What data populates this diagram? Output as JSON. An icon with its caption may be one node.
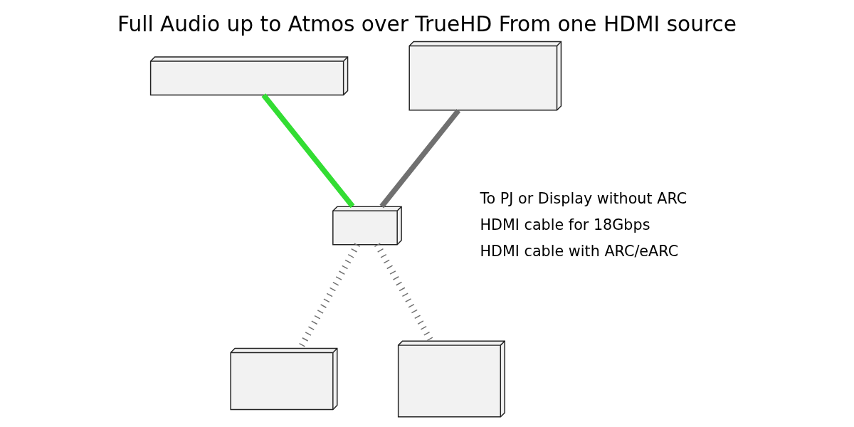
{
  "diagram": {
    "title": "Full Audio up to Atmos over TrueHD From one HDMI source",
    "nodes": [
      {
        "text": [],
        "shape": "picture"
      },
      {
        "text": [],
        "shape": "picture"
      },
      {
        "text": [],
        "shape": "picture"
      },
      {
        "text": [],
        "shape": "picture"
      },
      {
        "text": [],
        "shape": "picture"
      }
    ],
    "edges": [
      {
        "from": 3,
        "to": 0,
        "arrow": "none",
        "style": "dashed"
      },
      {
        "from": 3,
        "to": 1,
        "arrow": "none",
        "style": "dashed"
      },
      {
        "from": 2,
        "to": 3,
        "arrow": "none",
        "color": "#33dd33"
      },
      {
        "from": 4,
        "to": 3,
        "arrow": "none"
      }
    ],
    "legend": [
      {
        "text": "To PJ or Display without ARC"
      },
      {
        "text": "HDMI cable for 18Gbps"
      },
      {
        "text": "HDMI cable with ARC/eARC"
      }
    ]
  }
}
